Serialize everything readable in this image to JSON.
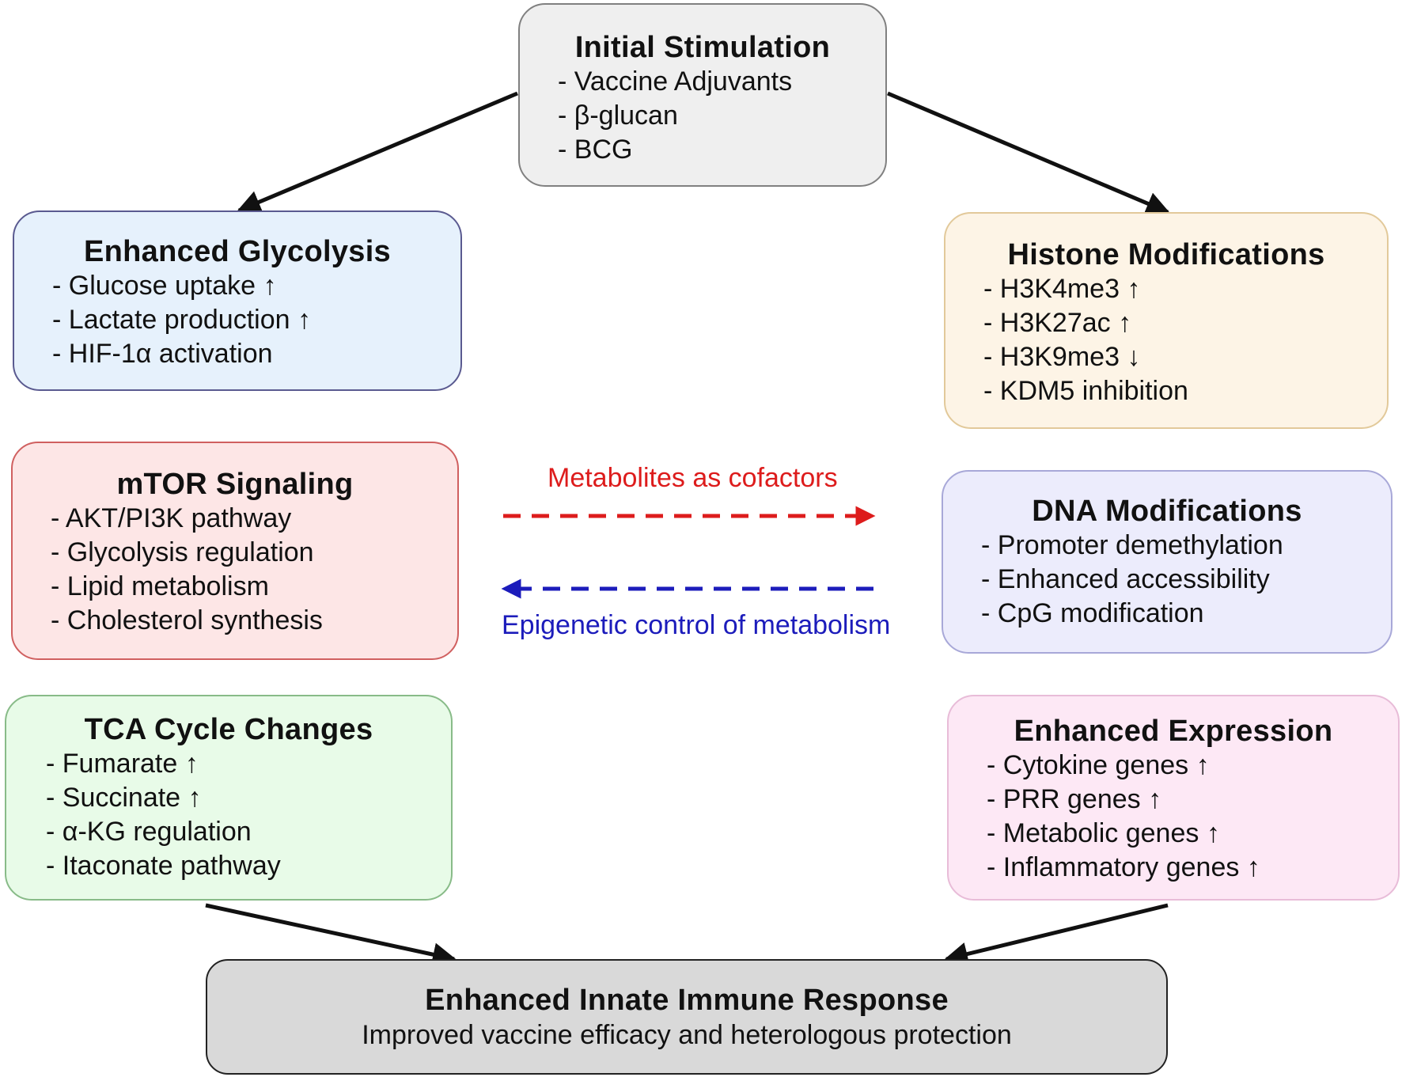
{
  "boxes": {
    "initial": {
      "title": "Initial Stimulation",
      "items": [
        "Vaccine Adjuvants",
        "β-glucan",
        "BCG"
      ],
      "fill": "#efefef",
      "border": "#808080"
    },
    "glycolysis": {
      "title": "Enhanced Glycolysis",
      "items": [
        "Glucose uptake ↑",
        "Lactate production ↑",
        "HIF-1α activation"
      ],
      "fill": "#e6f1fc",
      "border": "#5a5a90"
    },
    "histone": {
      "title": "Histone Modifications",
      "items": [
        "H3K4me3 ↑",
        "H3K27ac ↑",
        "H3K9me3 ↓",
        "KDM5 inhibition"
      ],
      "fill": "#fdf4e6",
      "border": "#e2c99a"
    },
    "mtor": {
      "title": "mTOR Signaling",
      "items": [
        "AKT/PI3K pathway",
        "Glycolysis regulation",
        "Lipid metabolism",
        "Cholesterol synthesis"
      ],
      "fill": "#fde6e6",
      "border": "#d06060"
    },
    "dna": {
      "title": "DNA Modifications",
      "items": [
        "Promoter demethylation",
        "Enhanced accessibility",
        "CpG modification"
      ],
      "fill": "#ececfc",
      "border": "#a8a8d8"
    },
    "tca": {
      "title": "TCA Cycle Changes",
      "items": [
        "Fumarate ↑",
        "Succinate ↑",
        "α-KG regulation",
        "Itaconate pathway"
      ],
      "fill": "#e8fbe8",
      "border": "#88bb88"
    },
    "expression": {
      "title": "Enhanced Expression",
      "items": [
        "Cytokine genes ↑",
        "PRR genes ↑",
        "Metabolic genes ↑",
        "Inflammatory genes ↑"
      ],
      "fill": "#fde8f5",
      "border": "#e8bcd8"
    },
    "outcome": {
      "title": "Enhanced Innate Immune Response",
      "subtitle": "Improved vaccine efficacy and heterologous protection",
      "fill": "#d9d9d9",
      "border": "#222222"
    }
  },
  "flows": {
    "metabolites": {
      "label": "Metabolites as cofactors",
      "color": "#dd1c1c"
    },
    "epigenetic": {
      "label": "Epigenetic control of metabolism",
      "color": "#1c1cbb"
    }
  }
}
